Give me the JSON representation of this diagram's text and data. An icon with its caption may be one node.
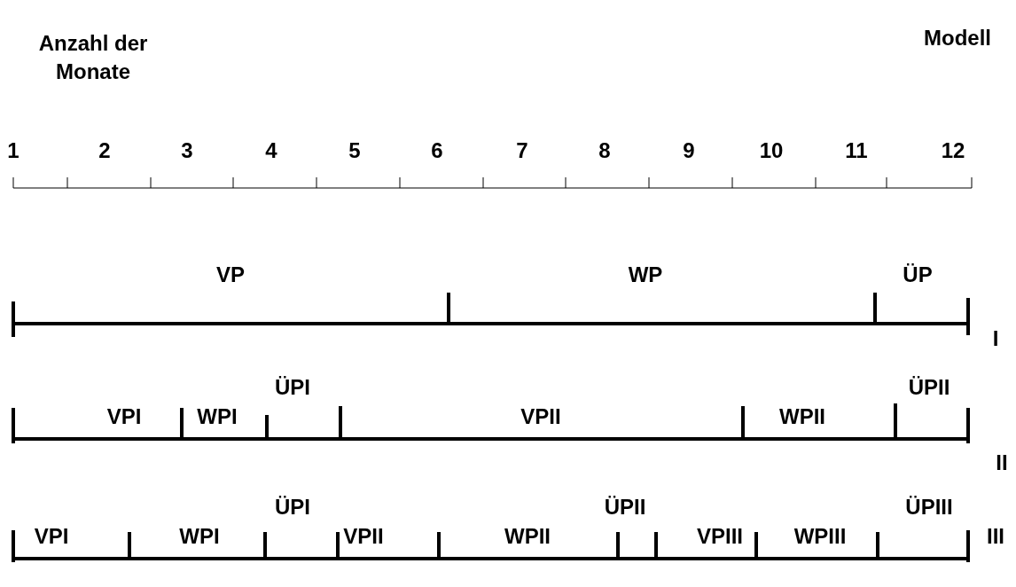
{
  "diagram": {
    "labels": [
      "Anzahl der Monate",
      "Modell",
      "1",
      "2",
      "3",
      "4",
      "5",
      "6",
      "7",
      "8",
      "9",
      "10",
      "11",
      "12",
      "VP",
      "WP",
      "ÜP",
      "I",
      "ÜPI",
      "ÜPII",
      "VPI",
      "WPI",
      "VPII",
      "WPII",
      "II",
      "ÜPI",
      "ÜPII",
      "ÜPIII",
      "VPI",
      "WPI",
      "VPII",
      "WPII",
      "VPIII",
      "WPIII",
      "III"
    ]
  }
}
